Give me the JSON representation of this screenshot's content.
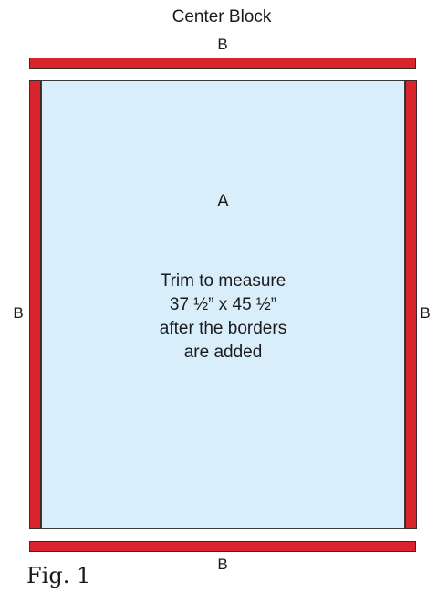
{
  "title": "Center Block",
  "labels": {
    "top": "B",
    "bottom": "B",
    "left": "B",
    "right": "B",
    "center": "A"
  },
  "note": {
    "line1": "Trim to measure",
    "line2": "37 ½” x 45 ½”",
    "line3": "after the borders",
    "line4": "are added"
  },
  "figure_label": "Fig. 1",
  "colors": {
    "border_strip": "#d9232d",
    "center_fill": "#d8eefb",
    "outline": "#3a3a3a"
  }
}
